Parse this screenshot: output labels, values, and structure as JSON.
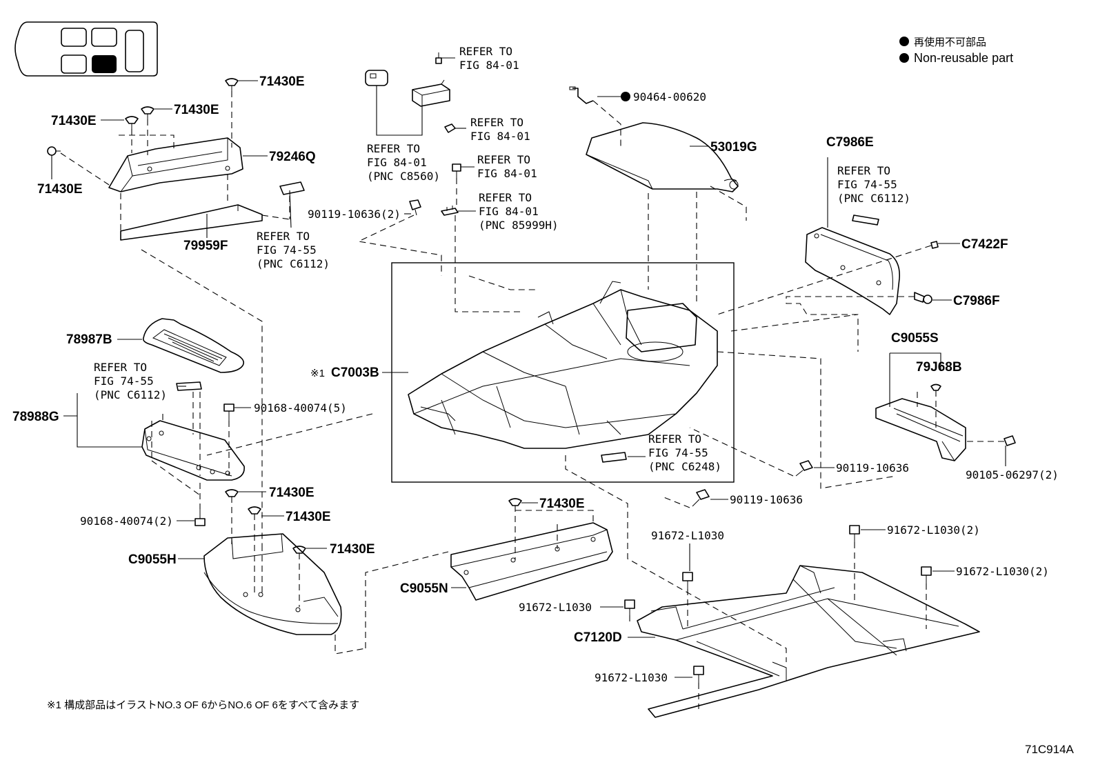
{
  "legend": {
    "jp": "再使用不可部品",
    "en": "Non-reusable part"
  },
  "note": "※1 構成部品はイラストNO.3 OF 6からNO.6 OF 6をすべて含みます",
  "figure_code": "71C914A",
  "labels": {
    "p71430e_a": "71430E",
    "p71430e_b": "71430E",
    "p71430e_c": "71430E",
    "p71430e_d": "71430E",
    "p79246q": "79246Q",
    "p79959f": "79959F",
    "p78987b": "78987B",
    "p78988g": "78988G",
    "p90168_5": "90168-40074(5)",
    "p90168_2": "90168-40074(2)",
    "p71430e_e": "71430E",
    "p71430e_f": "71430E",
    "p71430e_g": "71430E",
    "p71430e_h": "71430E",
    "pc9055h": "C9055H",
    "pc9055n": "C9055N",
    "pc7003b": "C7003B",
    "pc7003b_mark": "※1",
    "p90119_2": "90119-10636(2)",
    "p90464": "90464-00620",
    "p53019g": "53019G",
    "pc7986e": "C7986E",
    "pc7422f": "C7422F",
    "pc7986f": "C7986F",
    "pc9055s": "C9055S",
    "p79j68b": "79J68B",
    "p90119_a": "90119-10636",
    "p90119_b": "90119-10636",
    "p90105": "90105-06297(2)",
    "p91672_a": "91672-L1030",
    "p91672_b": "91672-L1030(2)",
    "p91672_c": "91672-L1030(2)",
    "p91672_d": "91672-L1030",
    "p91672_e": "91672-L1030",
    "pc7120d": "C7120D"
  },
  "refs": {
    "r1": [
      "REFER TO",
      "FIG 84-01"
    ],
    "r2": [
      "REFER TO",
      "FIG 84-01"
    ],
    "r3": [
      "REFER TO",
      "FIG 84-01"
    ],
    "r4": [
      "REFER TO",
      "FIG 84-01",
      "(PNC 85999H)"
    ],
    "r5": [
      "REFER TO",
      "FIG 84-01",
      "(PNC C8560)"
    ],
    "r6": [
      "REFER TO",
      "FIG 74-55",
      "(PNC C6112)"
    ],
    "r7": [
      "REFER TO",
      "FIG 74-55",
      "(PNC C6112)"
    ],
    "r8": [
      "REFER TO",
      "FIG 74-55",
      "(PNC C6112)"
    ],
    "r9": [
      "REFER TO",
      "FIG 74-55",
      "(PNC C6248)"
    ]
  }
}
